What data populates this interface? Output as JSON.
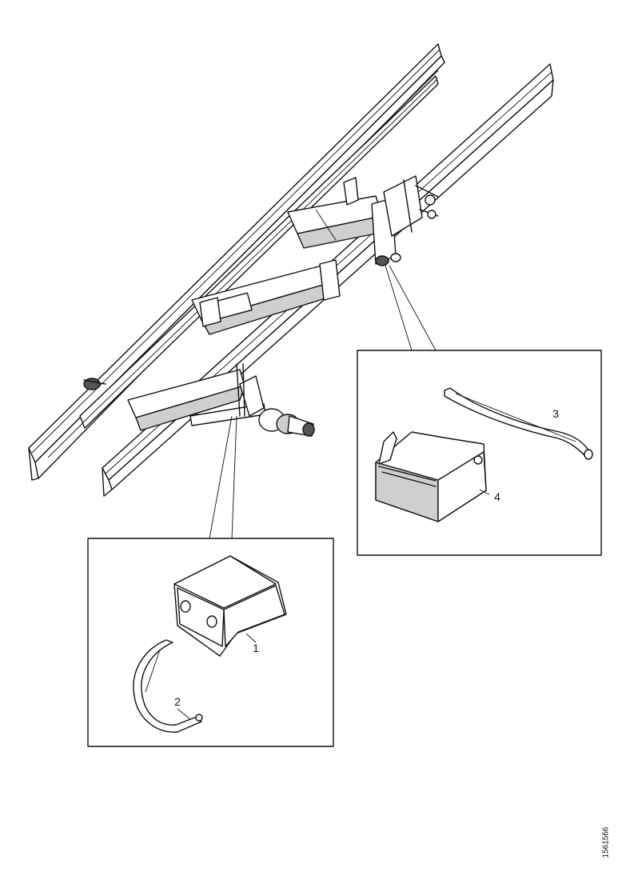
{
  "diagram": {
    "callouts": [
      {
        "id": "c1",
        "label": "1"
      },
      {
        "id": "c2",
        "label": "2"
      },
      {
        "id": "c3",
        "label": "3"
      },
      {
        "id": "c4",
        "label": "4"
      }
    ],
    "document_code": "1561566"
  }
}
